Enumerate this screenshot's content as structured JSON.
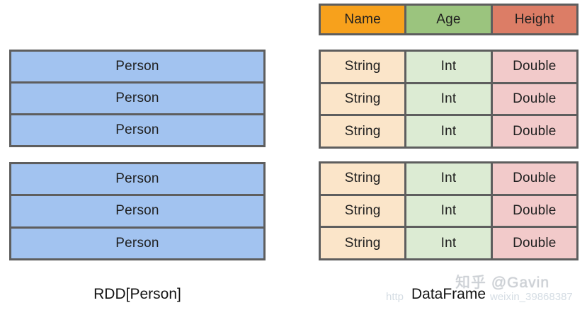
{
  "rdd": {
    "label": "RDD[Person]",
    "partitions": [
      [
        "Person",
        "Person",
        "Person"
      ],
      [
        "Person",
        "Person",
        "Person"
      ]
    ]
  },
  "dataframe": {
    "label": "DataFrame",
    "columns": [
      "Name",
      "Age",
      "Height"
    ],
    "partitions": [
      [
        [
          "String",
          "Int",
          "Double"
        ],
        [
          "String",
          "Int",
          "Double"
        ],
        [
          "String",
          "Int",
          "Double"
        ]
      ],
      [
        [
          "String",
          "Int",
          "Double"
        ],
        [
          "String",
          "Int",
          "Double"
        ],
        [
          "String",
          "Int",
          "Double"
        ]
      ]
    ]
  },
  "watermarks": {
    "zhihu": "知乎 @Gavin",
    "url_fragment_start": "http",
    "url_fragment_end": "weixin_39868387"
  },
  "colors": {
    "border": "#5e5e5e",
    "header_name": "#f7a11c",
    "header_age": "#9bc47e",
    "header_height": "#dc7d66",
    "person_cell": "#a2c3f0",
    "string_cell": "#fbe5c9",
    "int_cell": "#dcebd3",
    "double_cell": "#f2caca",
    "text": "#1f1f1f",
    "watermark_gray": "#cdd1d6",
    "watermark_url": "#d5dde4"
  }
}
